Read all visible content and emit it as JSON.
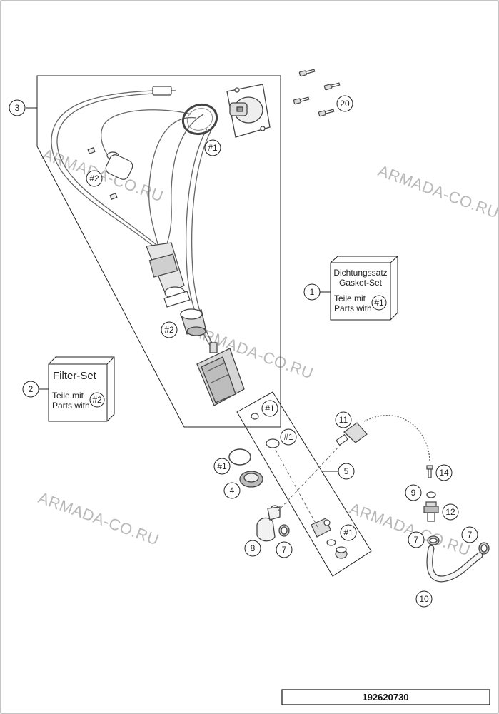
{
  "diagram": {
    "part_number": "192620730",
    "watermarks": [
      "ARMADA-CO.RU",
      "ARMADA-CO.RU",
      "ARMADA-CO.RU",
      "ARMADA-CO.RU",
      "ARMADA-CO.RU"
    ],
    "callouts": {
      "c1": "1",
      "c2": "2",
      "c3": "3",
      "c4": "4",
      "c5": "5",
      "c7a": "7",
      "c7b": "7",
      "c7c": "7",
      "c8": "8",
      "c9": "9",
      "c10": "10",
      "c11": "11",
      "c12": "12",
      "c14": "14",
      "c20": "20",
      "h1a": "#1",
      "h1b": "#1",
      "h1c": "#1",
      "h1d": "#1",
      "h1e": "#1",
      "h2a": "#2",
      "h2b": "#2"
    },
    "gasket_set": {
      "title_line1": "Dichtungssatz",
      "title_line2": "Gasket-Set",
      "line1": "Teile mit",
      "line2": "Parts with",
      "ref": "#1"
    },
    "filter_set": {
      "title": "Filter-Set",
      "line1": "Teile mit",
      "line2": "Parts with",
      "ref": "#2"
    }
  }
}
